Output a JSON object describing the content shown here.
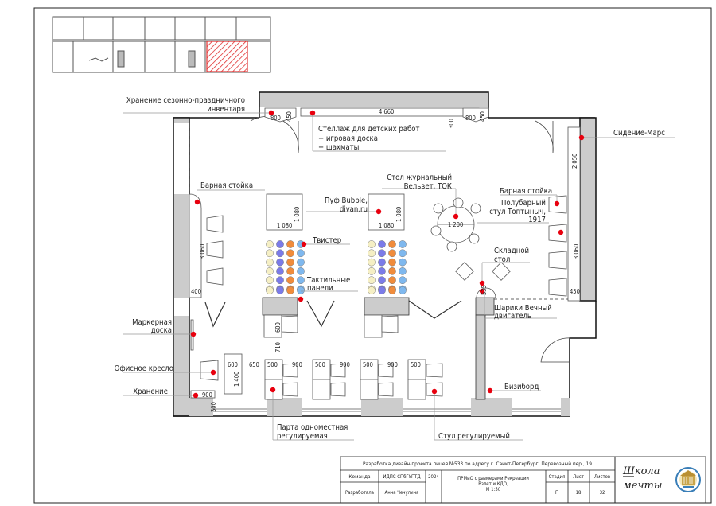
{
  "drawing": {
    "labels": {
      "seasonal_storage_1": "Хранение сезонно-праздничного",
      "seasonal_storage_2": "инвентаря",
      "shelf_1": "Стеллаж для детских работ",
      "shelf_2": "+ игровая доска",
      "shelf_3": "+ шахматы",
      "mars_seat": "Сидение-Марс",
      "bar_counter_left": "Барная стойка",
      "bar_counter_right": "Барная стойка",
      "coffee_table_1": "Стол журнальный",
      "coffee_table_2": "Вельвет, ТОК",
      "pouf_1": "Пуф Bubble,",
      "pouf_2": "divan.ru",
      "bar_stool_1": "Полубарный",
      "bar_stool_2": "стул Топтыныч,",
      "bar_stool_3": "1917",
      "twister": "Твистер",
      "tactile_1": "Тактильные",
      "tactile_2": "панели",
      "folding_table_1": "Складной",
      "folding_table_2": "стол",
      "marker_board_1": "Маркерная",
      "marker_board_2": "доска",
      "balls_1": "Шарики Вечный",
      "balls_2": "двигатель",
      "office_chair": "Офисное кресло",
      "storage": "Хранение",
      "busyboard": "Бизиборд",
      "desk_1": "Парта одноместная",
      "desk_2": "регулируемая",
      "chair_adj": "Стул регулируемый"
    },
    "dimensions": {
      "d800a": "800",
      "d450a": "450",
      "d4660": "4 660",
      "d300a": "300",
      "d800b": "800",
      "d450b": "450",
      "d2050": "2 050",
      "d1080a": "1 080",
      "d1080b": "1 080",
      "d1080c": "1 080",
      "d1080d": "1 080",
      "d3060l": "3 060",
      "d400": "400",
      "d1200": "1 200",
      "d3060r": "3 060",
      "d450r": "450",
      "d535": "535",
      "d600a": "600",
      "d710": "710",
      "d600b": "600",
      "d650": "650",
      "d500a": "500",
      "d900a": "900",
      "d500b": "500",
      "d900b": "900",
      "d500c": "500",
      "d900c": "900",
      "d500d": "500",
      "d1400": "1 400",
      "d900s": "900",
      "d300s": "300"
    },
    "twister_colors": [
      "#f5efc4",
      "#7b7be8",
      "#f08c3c",
      "#7fb8ee"
    ],
    "marker_color": "#e8000e",
    "highlight_color": "#e03030"
  },
  "title_block": {
    "project": "Разработка дизайн-проекта лицея №533 по адресу г. Санкт-Петербург, Перевозный пер., 19",
    "team_label": "Команда",
    "team_value": "ИДПС СПбГУПТД",
    "year": "2024",
    "sheet_title_1": "ПРМиО с размерами Рекреации",
    "sheet_title_2": "Взлет и КДО,",
    "sheet_title_3": "М 1:50",
    "stage_label": "Стадия",
    "sheet_label": "Лист",
    "sheets_label": "Листов",
    "author_label": "Разработала",
    "author_value": "Анна Чечулина",
    "stage_value": "П",
    "sheet_value": "18",
    "sheets_value": "32",
    "logo_text_1": "Школа",
    "logo_text_2": "мечты"
  }
}
